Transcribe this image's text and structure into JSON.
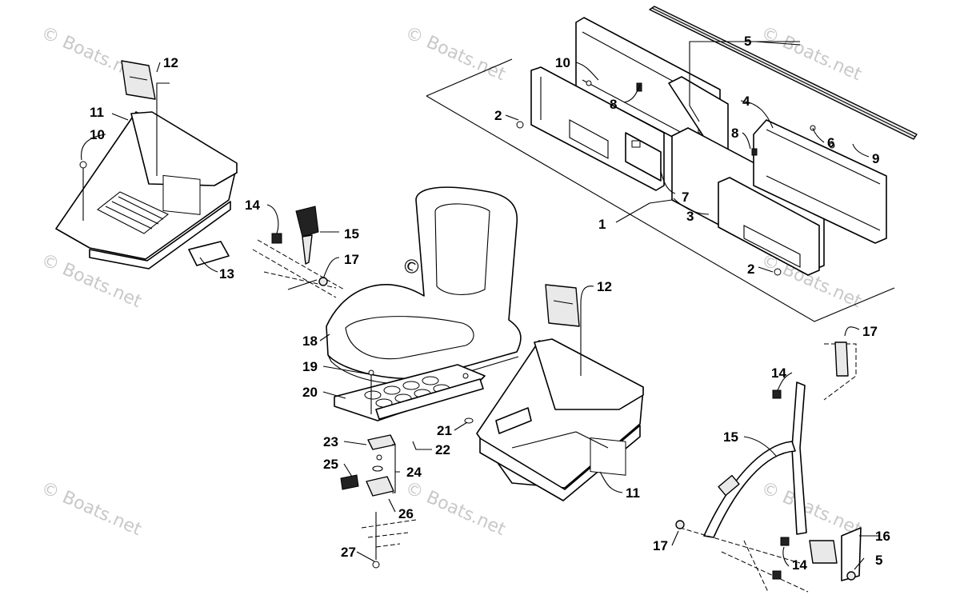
{
  "watermark": {
    "text": "© Boats.net",
    "center_text": "© Boats.net"
  },
  "callouts": {
    "c1": "1",
    "c2a": "2",
    "c2b": "2",
    "c3": "3",
    "c4": "4",
    "c5a": "5",
    "c5b": "5",
    "c6": "6",
    "c7": "7",
    "c8a": "8",
    "c8b": "8",
    "c9": "9",
    "c10a": "10",
    "c10b": "10",
    "c11a": "11",
    "c11b": "11",
    "c12a": "12",
    "c12b": "12",
    "c13": "13",
    "c14a": "14",
    "c14b": "14",
    "c14c": "14",
    "c15a": "15",
    "c15b": "15",
    "c16": "16",
    "c17a": "17",
    "c17b": "17",
    "c17c": "17",
    "c18": "18",
    "c19": "19",
    "c20": "20",
    "c21": "21",
    "c22": "22",
    "c23": "23",
    "c24": "24",
    "c25": "25",
    "c26": "26",
    "c27": "27"
  }
}
